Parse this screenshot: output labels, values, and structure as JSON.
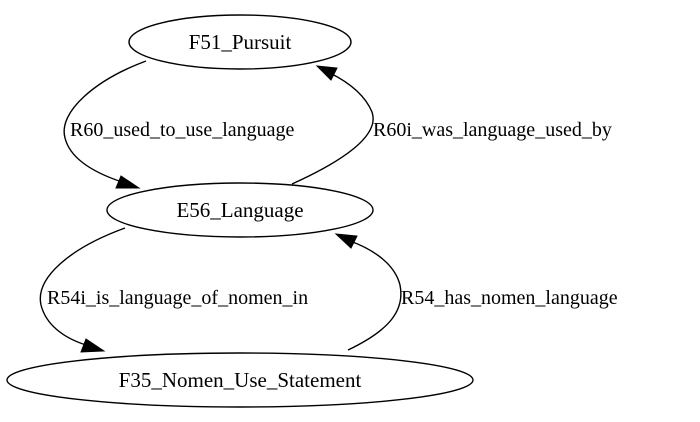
{
  "nodes": {
    "pursuit": "F51_Pursuit",
    "language": "E56_Language",
    "nomen_use_statement": "F35_Nomen_Use_Statement"
  },
  "edges": {
    "r60": "R60_used_to_use_language",
    "r60i": "R60i_was_language_used_by",
    "r54i": "R54i_is_language_of_nomen_in",
    "r54": "R54_has_nomen_language"
  },
  "colors": {
    "stroke": "#000000",
    "fill": "#ffffff",
    "text": "#000000"
  }
}
